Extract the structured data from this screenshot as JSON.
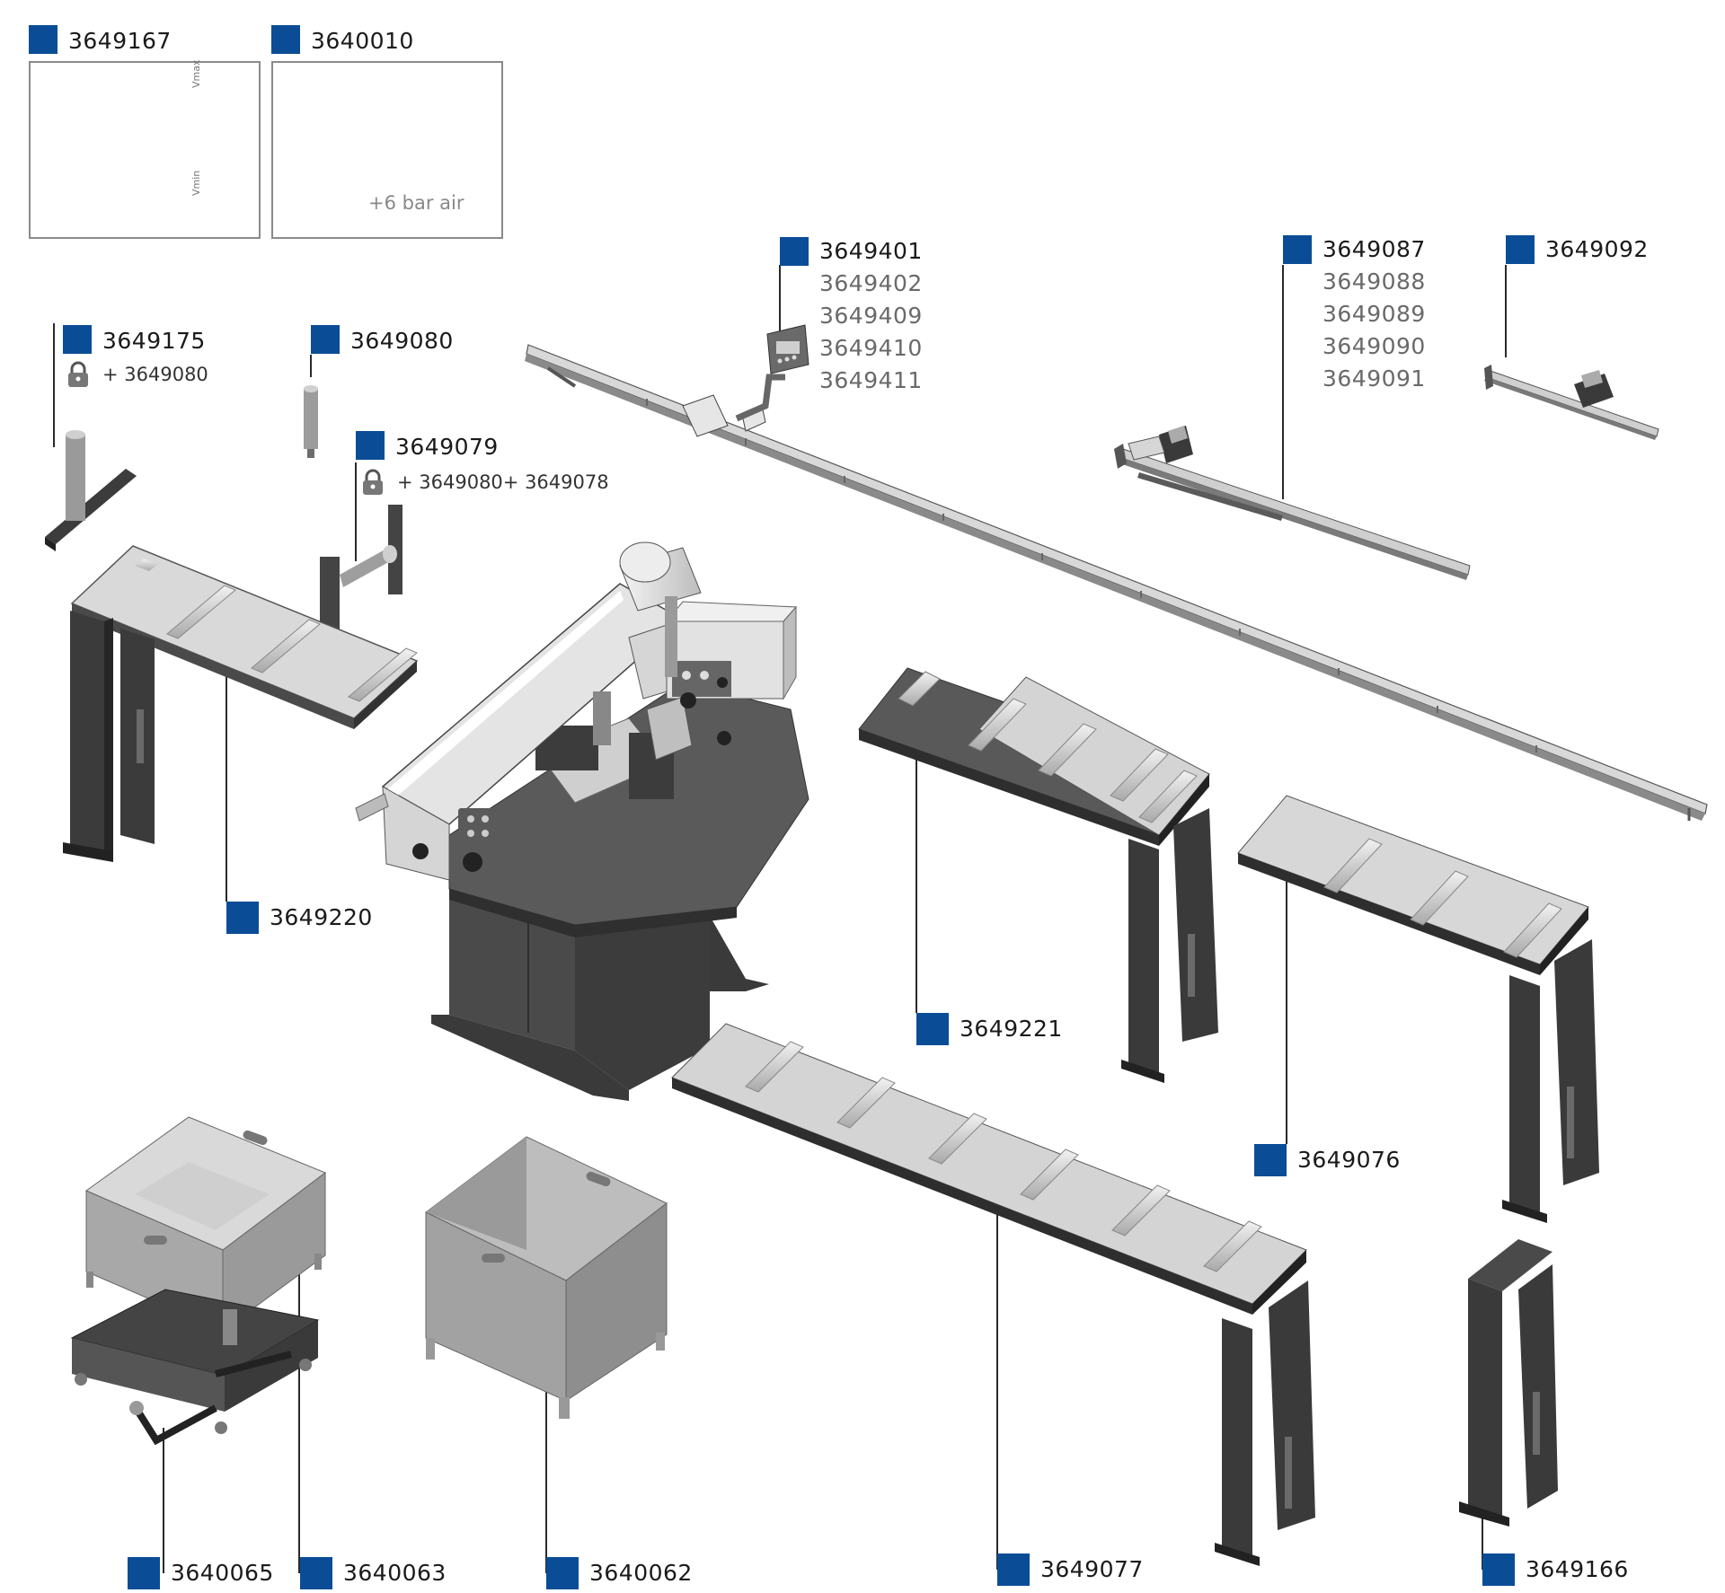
{
  "colors": {
    "marker": "#0a4d96",
    "line": "#2a2a2a",
    "steel_dark": "#3f3f3f",
    "steel_mid": "#8c8c8c",
    "steel_light": "#c9c9c9",
    "roller": "#dadada"
  },
  "inset_left": {
    "code": "3649167",
    "vmax": "Vmax",
    "vmin": "Vmin"
  },
  "inset_right": {
    "code": "3640010",
    "air": "+6 bar air"
  },
  "labels": {
    "l3649175": {
      "code": "3649175",
      "sub": "+ 3649080"
    },
    "l3649080": {
      "code": "3649080"
    },
    "l3649079": {
      "code": "3649079",
      "sub": "+ 3649080+ 3649078"
    },
    "l3649401": {
      "codes": [
        "3649401",
        "3649402",
        "3649409",
        "3649410",
        "3649411"
      ]
    },
    "l3649087": {
      "codes": [
        "3649087",
        "3649088",
        "3649089",
        "3649090",
        "3649091"
      ]
    },
    "l3649092": {
      "code": "3649092"
    },
    "l3649220": {
      "code": "3649220"
    },
    "l3649221": {
      "code": "3649221"
    },
    "l3649076": {
      "code": "3649076"
    },
    "l3640065": {
      "code": "3640065"
    },
    "l3640063": {
      "code": "3640063"
    },
    "l3640062": {
      "code": "3640062"
    },
    "l3649077": {
      "code": "3649077"
    },
    "l3649166": {
      "code": "3649166"
    }
  }
}
